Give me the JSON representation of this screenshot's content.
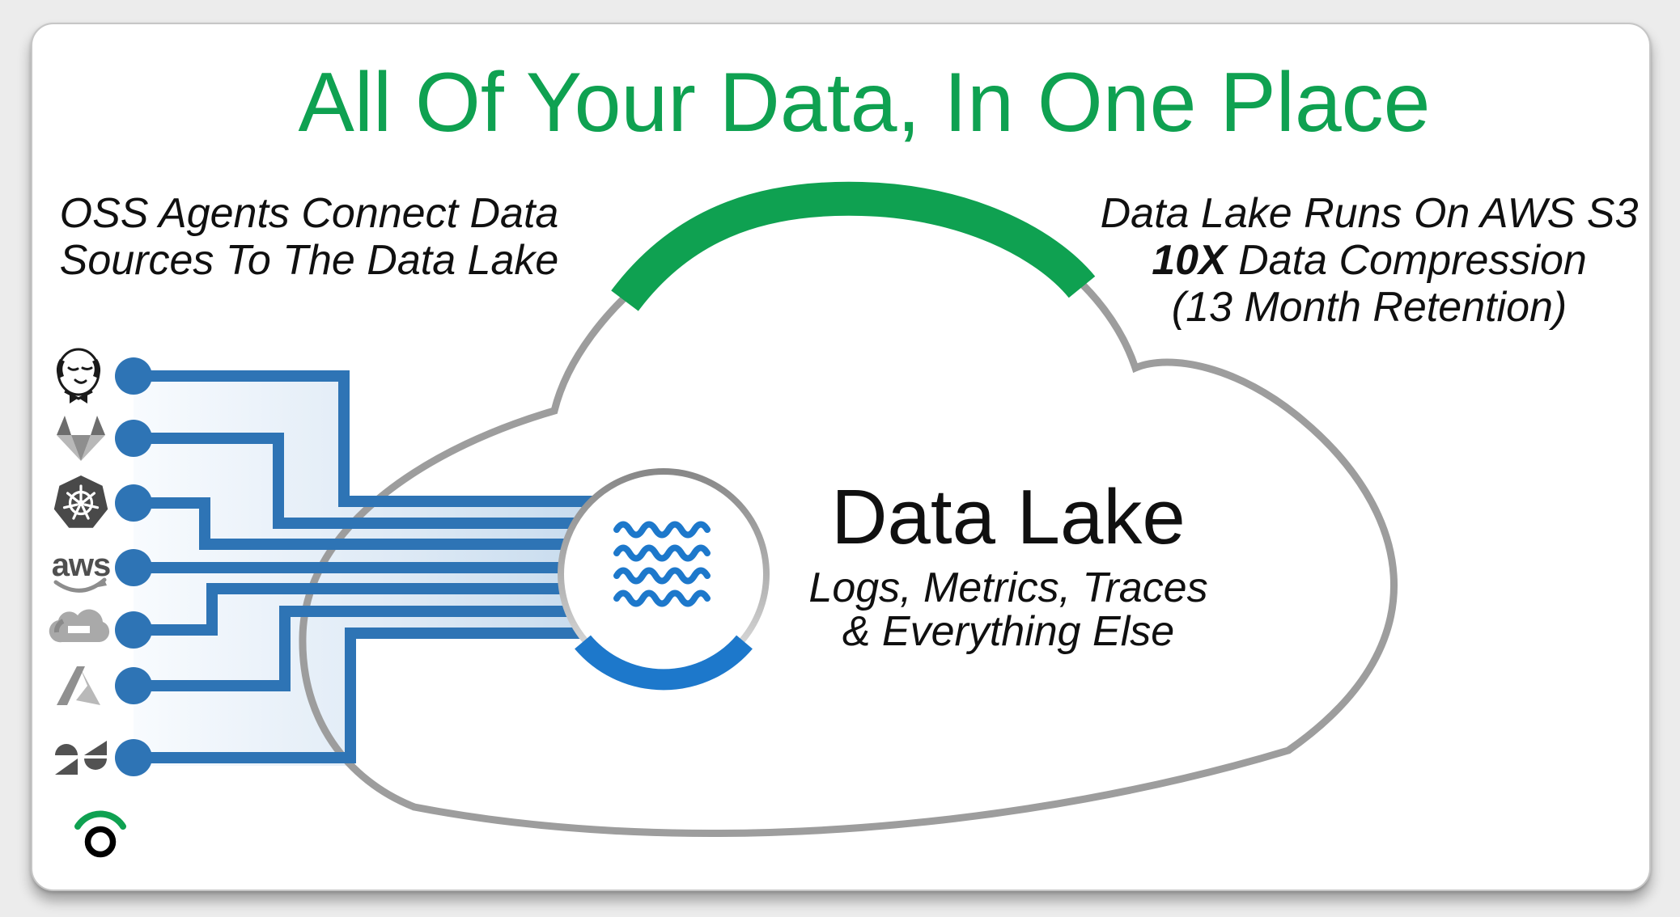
{
  "slide": {
    "title": "All Of Your Data, In One Place",
    "left_note": {
      "line1": "OSS Agents Connect Data",
      "line2": "Sources To The Data Lake"
    },
    "right_note": {
      "line1": "Data Lake Runs On AWS S3",
      "line2_bold": "10X",
      "line2_rest": " Data Compression",
      "line3": "(13 Month Retention)"
    },
    "lake": {
      "title": "Data Lake",
      "subtitle_line1": "Logs, Metrics, Traces",
      "subtitle_line2": "& Everything Else",
      "icon": "water-waves-icon"
    },
    "sources": [
      {
        "name": "Jenkins",
        "icon": "jenkins-icon"
      },
      {
        "name": "GitLab",
        "icon": "gitlab-icon"
      },
      {
        "name": "Kubernetes",
        "icon": "kubernetes-icon"
      },
      {
        "name": "AWS",
        "icon": "aws-icon",
        "label": "aws"
      },
      {
        "name": "Google Cloud",
        "icon": "google-cloud-icon"
      },
      {
        "name": "Azure",
        "icon": "azure-icon"
      },
      {
        "name": "Zendesk",
        "icon": "zendesk-icon"
      }
    ],
    "footer_brand_icon": "observe-logo-icon",
    "colors": {
      "green": "#0FA151",
      "connector-blue": "#2E74B5",
      "lake-blue": "#1D78CB",
      "cloud-gray": "#9D9D9D",
      "text-black": "#101010"
    }
  }
}
